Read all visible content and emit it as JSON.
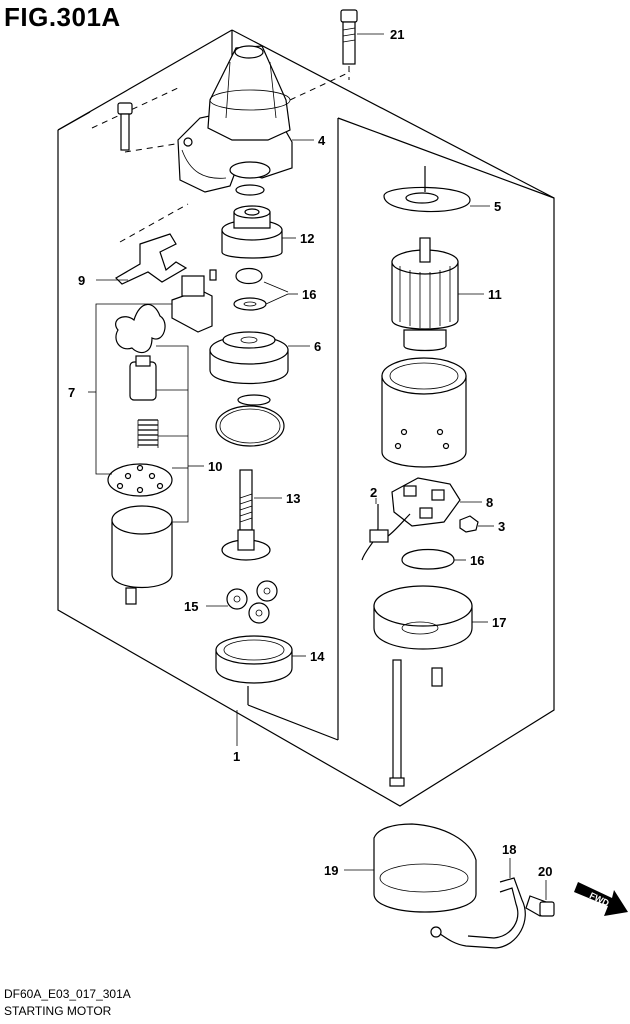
{
  "figure": {
    "title": "FIG.301A",
    "code": "DF60A_E03_017_301A",
    "name": "STARTING MOTOR",
    "fwd_label": "FWD"
  },
  "callouts": {
    "c1": "1",
    "c2": "2",
    "c3": "3",
    "c4": "4",
    "c5": "5",
    "c6": "6",
    "c7": "7",
    "c8": "8",
    "c9": "9",
    "c10": "10",
    "c11": "11",
    "c12": "12",
    "c13": "13",
    "c14": "14",
    "c15": "15",
    "c16a": "16",
    "c16b": "16",
    "c17": "17",
    "c18": "18",
    "c19": "19",
    "c20": "20",
    "c21": "21"
  }
}
